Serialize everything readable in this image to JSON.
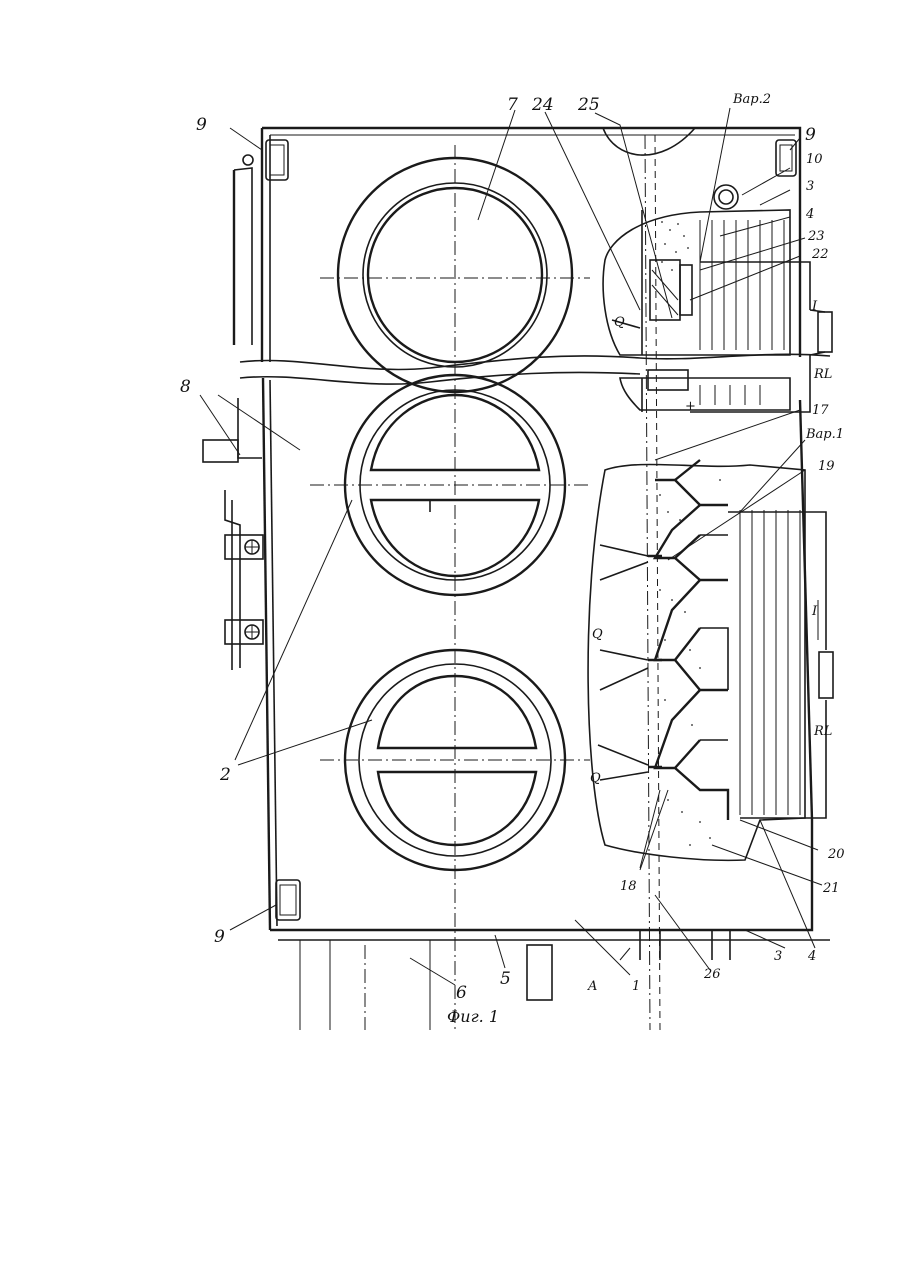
{
  "figure": {
    "caption": "Фиг. 1",
    "labels": {
      "l1": "1",
      "l2": "2",
      "l3": "3",
      "l4": "4",
      "l5": "5",
      "l6": "6",
      "l7": "7",
      "l8": "8",
      "l9": "9",
      "l10": "10",
      "l17": "17",
      "l18": "18",
      "l19": "19",
      "l20": "20",
      "l21": "21",
      "l22": "22",
      "l23": "23",
      "l24": "24",
      "l25": "25",
      "l26": "26",
      "A": "A",
      "Q": "Q",
      "var1": "Вар.1",
      "var2": "Вар.2",
      "RL": "RL",
      "I": "I",
      "plus": "+"
    }
  }
}
